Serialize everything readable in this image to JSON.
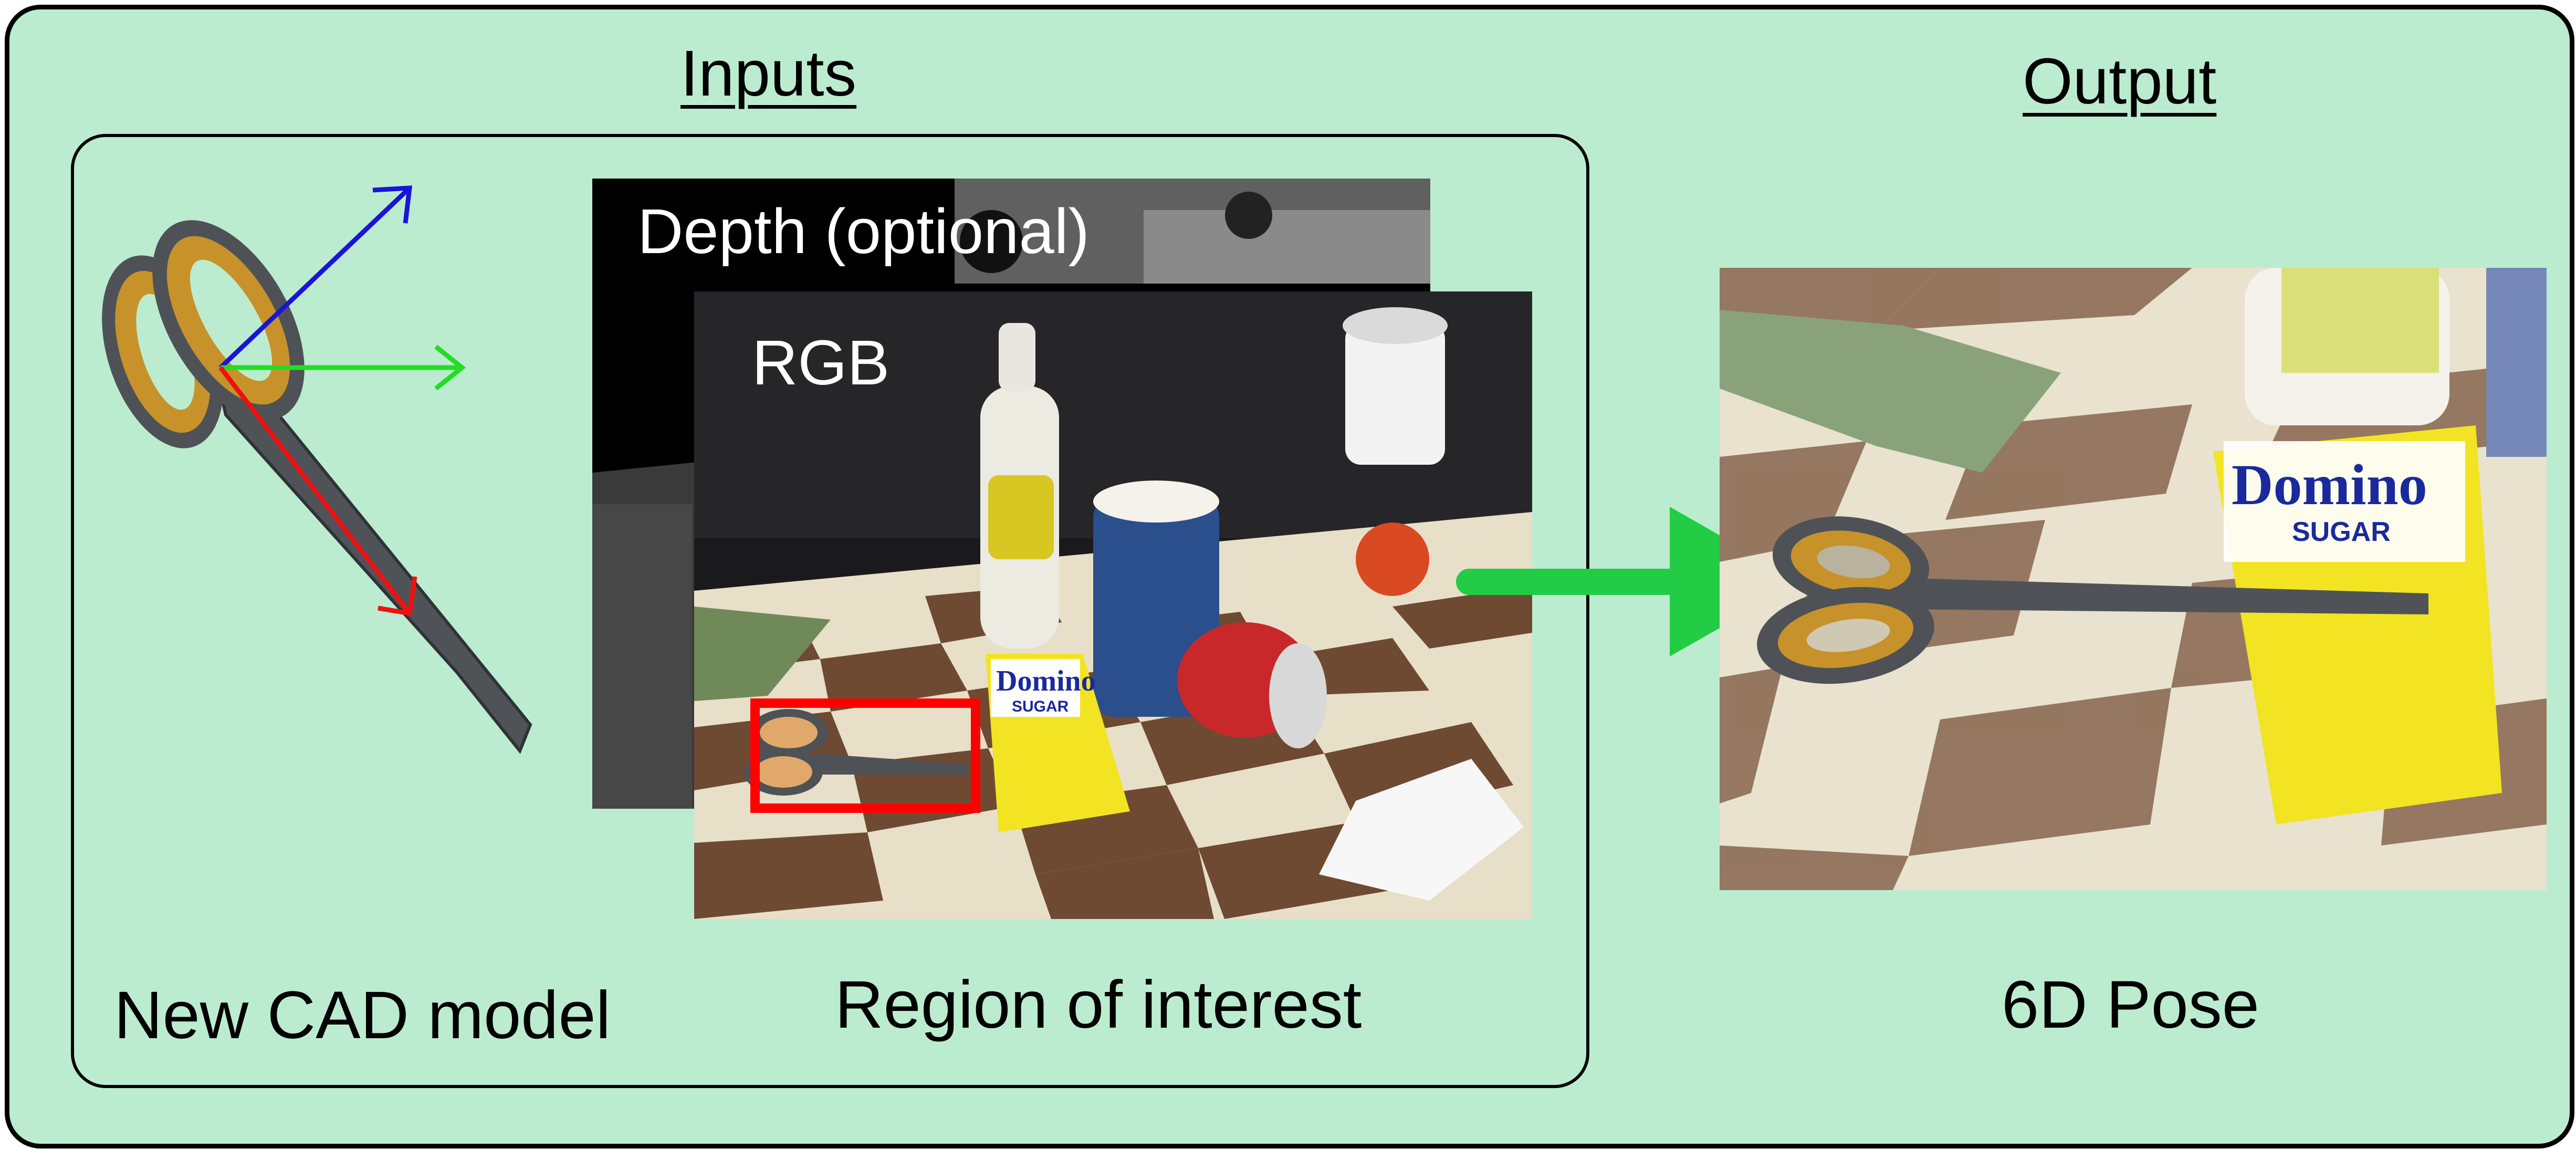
{
  "headings": {
    "inputs": "Inputs",
    "output": "Output"
  },
  "labels": {
    "cad_model": "New CAD model",
    "roi": "Region of interest",
    "pose": "6D Pose",
    "depth": "Depth (optional)",
    "rgb": "RGB"
  },
  "scene_text": {
    "domino": "Domino",
    "sugar": "SUGAR"
  },
  "colors": {
    "background": "#bcecd0",
    "arrow": "#22cc44",
    "roi_box": "#ff0000",
    "axis_x": "#1a14d8",
    "axis_y": "#22dd22",
    "axis_z": "#ee1111"
  },
  "icons": [
    "scissors-cad-model",
    "coordinate-axes",
    "arrow-right"
  ]
}
